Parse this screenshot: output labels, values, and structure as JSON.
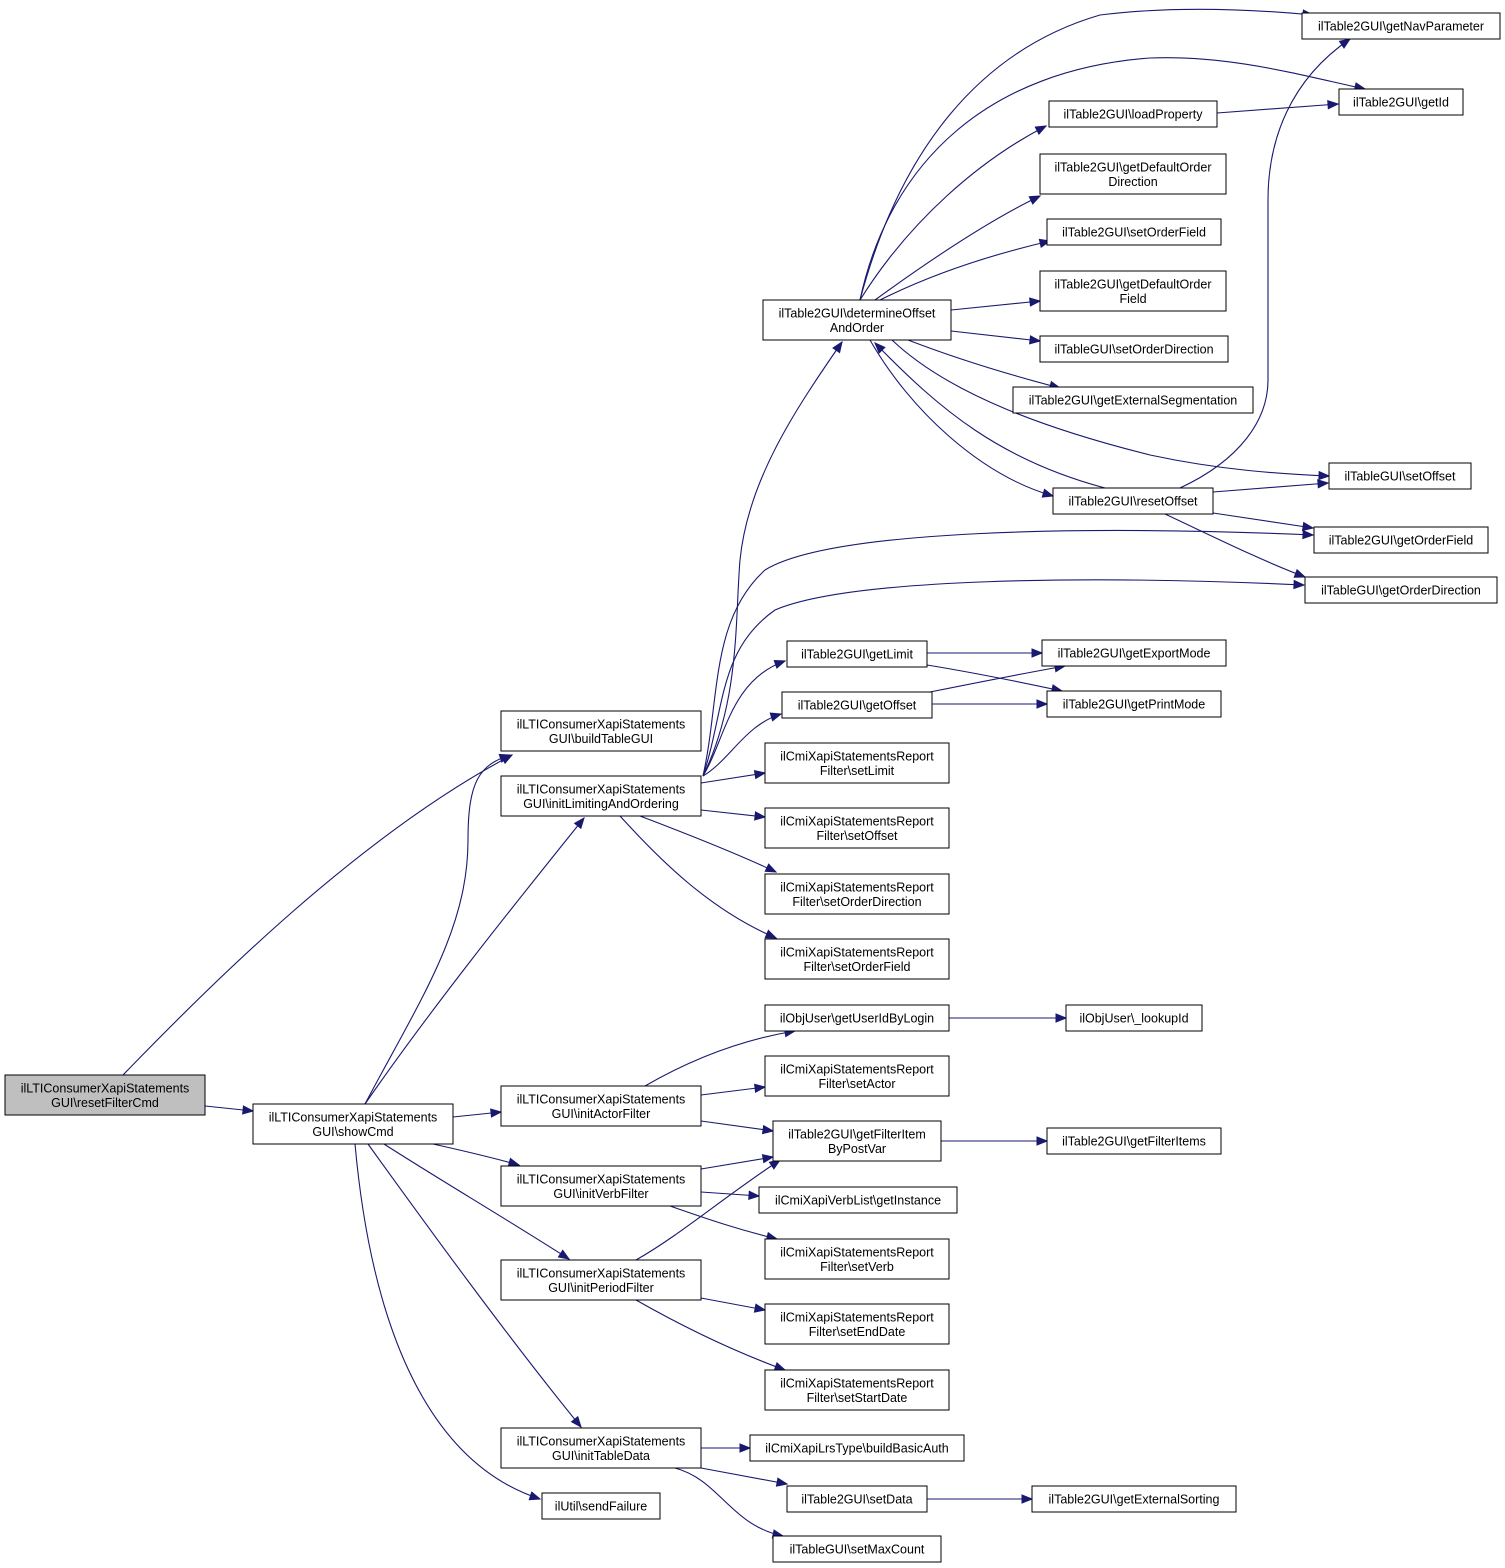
{
  "nodes": [
    {
      "id": "reset_filter",
      "lines": [
        "ilLTIConsumerXapiStatements",
        "GUI\\resetFilterCmd"
      ],
      "root": true
    },
    {
      "id": "show_cmd",
      "lines": [
        "ilLTIConsumerXapiStatements",
        "GUI\\showCmd"
      ]
    },
    {
      "id": "build_table",
      "lines": [
        "ilLTIConsumerXapiStatements",
        "GUI\\buildTableGUI"
      ]
    },
    {
      "id": "init_limiting",
      "lines": [
        "ilLTIConsumerXapiStatements",
        "GUI\\initLimitingAndOrdering"
      ]
    },
    {
      "id": "init_actor",
      "lines": [
        "ilLTIConsumerXapiStatements",
        "GUI\\initActorFilter"
      ]
    },
    {
      "id": "init_verb",
      "lines": [
        "ilLTIConsumerXapiStatements",
        "GUI\\initVerbFilter"
      ]
    },
    {
      "id": "init_period",
      "lines": [
        "ilLTIConsumerXapiStatements",
        "GUI\\initPeriodFilter"
      ]
    },
    {
      "id": "init_table_data",
      "lines": [
        "ilLTIConsumerXapiStatements",
        "GUI\\initTableData"
      ]
    },
    {
      "id": "send_failure",
      "lines": [
        "ilUtil\\sendFailure"
      ]
    },
    {
      "id": "determine_offset",
      "lines": [
        "ilTable2GUI\\determineOffset",
        "AndOrder"
      ]
    },
    {
      "id": "get_limit",
      "lines": [
        "ilTable2GUI\\getLimit"
      ]
    },
    {
      "id": "get_offset",
      "lines": [
        "ilTable2GUI\\getOffset"
      ]
    },
    {
      "id": "f_set_limit",
      "lines": [
        "ilCmiXapiStatementsReport",
        "Filter\\setLimit"
      ]
    },
    {
      "id": "f_set_offset",
      "lines": [
        "ilCmiXapiStatementsReport",
        "Filter\\setOffset"
      ]
    },
    {
      "id": "f_set_order_dir",
      "lines": [
        "ilCmiXapiStatementsReport",
        "Filter\\setOrderDirection"
      ]
    },
    {
      "id": "f_set_order_field",
      "lines": [
        "ilCmiXapiStatementsReport",
        "Filter\\setOrderField"
      ]
    },
    {
      "id": "get_user_id",
      "lines": [
        "ilObjUser\\getUserIdByLogin"
      ]
    },
    {
      "id": "lookup_id",
      "lines": [
        "ilObjUser\\_lookupId"
      ]
    },
    {
      "id": "f_set_actor",
      "lines": [
        "ilCmiXapiStatementsReport",
        "Filter\\setActor"
      ]
    },
    {
      "id": "get_filter_item",
      "lines": [
        "ilTable2GUI\\getFilterItem",
        "ByPostVar"
      ]
    },
    {
      "id": "get_filter_items",
      "lines": [
        "ilTable2GUI\\getFilterItems"
      ]
    },
    {
      "id": "verb_instance",
      "lines": [
        "ilCmiXapiVerbList\\getInstance"
      ]
    },
    {
      "id": "f_set_verb",
      "lines": [
        "ilCmiXapiStatementsReport",
        "Filter\\setVerb"
      ]
    },
    {
      "id": "f_set_end",
      "lines": [
        "ilCmiXapiStatementsReport",
        "Filter\\setEndDate"
      ]
    },
    {
      "id": "f_set_start",
      "lines": [
        "ilCmiXapiStatementsReport",
        "Filter\\setStartDate"
      ]
    },
    {
      "id": "basic_auth",
      "lines": [
        "ilCmiXapiLrsType\\buildBasicAuth"
      ]
    },
    {
      "id": "set_data",
      "lines": [
        "ilTable2GUI\\setData"
      ]
    },
    {
      "id": "ext_sorting",
      "lines": [
        "ilTable2GUI\\getExternalSorting"
      ]
    },
    {
      "id": "set_max_count",
      "lines": [
        "ilTableGUI\\setMaxCount"
      ]
    },
    {
      "id": "get_nav_param",
      "lines": [
        "ilTable2GUI\\getNavParameter"
      ]
    },
    {
      "id": "get_id",
      "lines": [
        "ilTable2GUI\\getId"
      ]
    },
    {
      "id": "load_property",
      "lines": [
        "ilTable2GUI\\loadProperty"
      ]
    },
    {
      "id": "def_order_dir",
      "lines": [
        "ilTable2GUI\\getDefaultOrder",
        "Direction"
      ]
    },
    {
      "id": "set_order_field",
      "lines": [
        "ilTable2GUI\\setOrderField"
      ]
    },
    {
      "id": "def_order_field",
      "lines": [
        "ilTable2GUI\\getDefaultOrder",
        "Field"
      ]
    },
    {
      "id": "set_order_dir",
      "lines": [
        "ilTableGUI\\setOrderDirection"
      ]
    },
    {
      "id": "ext_segmentation",
      "lines": [
        "ilTable2GUI\\getExternalSegmentation"
      ]
    },
    {
      "id": "set_offset",
      "lines": [
        "ilTableGUI\\setOffset"
      ]
    },
    {
      "id": "reset_offset",
      "lines": [
        "ilTable2GUI\\resetOffset"
      ]
    },
    {
      "id": "get_order_field",
      "lines": [
        "ilTable2GUI\\getOrderField"
      ]
    },
    {
      "id": "get_order_dir",
      "lines": [
        "ilTableGUI\\getOrderDirection"
      ]
    },
    {
      "id": "export_mode",
      "lines": [
        "ilTable2GUI\\getExportMode"
      ]
    },
    {
      "id": "print_mode",
      "lines": [
        "ilTable2GUI\\getPrintMode"
      ]
    }
  ],
  "edges": [
    [
      "reset_filter",
      "build_table"
    ],
    [
      "reset_filter",
      "show_cmd"
    ],
    [
      "show_cmd",
      "build_table"
    ],
    [
      "show_cmd",
      "init_limiting"
    ],
    [
      "show_cmd",
      "init_actor"
    ],
    [
      "show_cmd",
      "init_verb"
    ],
    [
      "show_cmd",
      "init_period"
    ],
    [
      "show_cmd",
      "init_table_data"
    ],
    [
      "show_cmd",
      "send_failure"
    ],
    [
      "init_limiting",
      "determine_offset"
    ],
    [
      "init_limiting",
      "get_order_field"
    ],
    [
      "init_limiting",
      "get_order_dir"
    ],
    [
      "init_limiting",
      "get_limit"
    ],
    [
      "init_limiting",
      "get_offset"
    ],
    [
      "init_limiting",
      "f_set_limit"
    ],
    [
      "init_limiting",
      "f_set_offset"
    ],
    [
      "init_limiting",
      "f_set_order_dir"
    ],
    [
      "init_limiting",
      "f_set_order_field"
    ],
    [
      "determine_offset",
      "get_nav_param"
    ],
    [
      "determine_offset",
      "get_id"
    ],
    [
      "determine_offset",
      "load_property"
    ],
    [
      "determine_offset",
      "def_order_dir"
    ],
    [
      "determine_offset",
      "set_order_field"
    ],
    [
      "determine_offset",
      "def_order_field"
    ],
    [
      "determine_offset",
      "set_order_dir"
    ],
    [
      "determine_offset",
      "ext_segmentation"
    ],
    [
      "determine_offset",
      "set_offset"
    ],
    [
      "determine_offset",
      "reset_offset"
    ],
    [
      "reset_offset",
      "determine_offset"
    ],
    [
      "reset_offset",
      "get_nav_param"
    ],
    [
      "reset_offset",
      "set_offset"
    ],
    [
      "reset_offset",
      "get_order_field"
    ],
    [
      "reset_offset",
      "get_order_dir"
    ],
    [
      "load_property",
      "get_id"
    ],
    [
      "get_limit",
      "export_mode"
    ],
    [
      "get_limit",
      "print_mode"
    ],
    [
      "get_offset",
      "export_mode"
    ],
    [
      "get_offset",
      "print_mode"
    ],
    [
      "init_actor",
      "get_user_id"
    ],
    [
      "init_actor",
      "f_set_actor"
    ],
    [
      "init_actor",
      "get_filter_item"
    ],
    [
      "get_user_id",
      "lookup_id"
    ],
    [
      "get_filter_item",
      "get_filter_items"
    ],
    [
      "init_verb",
      "get_filter_item"
    ],
    [
      "init_verb",
      "verb_instance"
    ],
    [
      "init_verb",
      "f_set_verb"
    ],
    [
      "init_period",
      "get_filter_item"
    ],
    [
      "init_period",
      "f_set_end"
    ],
    [
      "init_period",
      "f_set_start"
    ],
    [
      "init_table_data",
      "basic_auth"
    ],
    [
      "init_table_data",
      "set_data"
    ],
    [
      "init_table_data",
      "set_max_count"
    ],
    [
      "set_data",
      "ext_sorting"
    ]
  ]
}
